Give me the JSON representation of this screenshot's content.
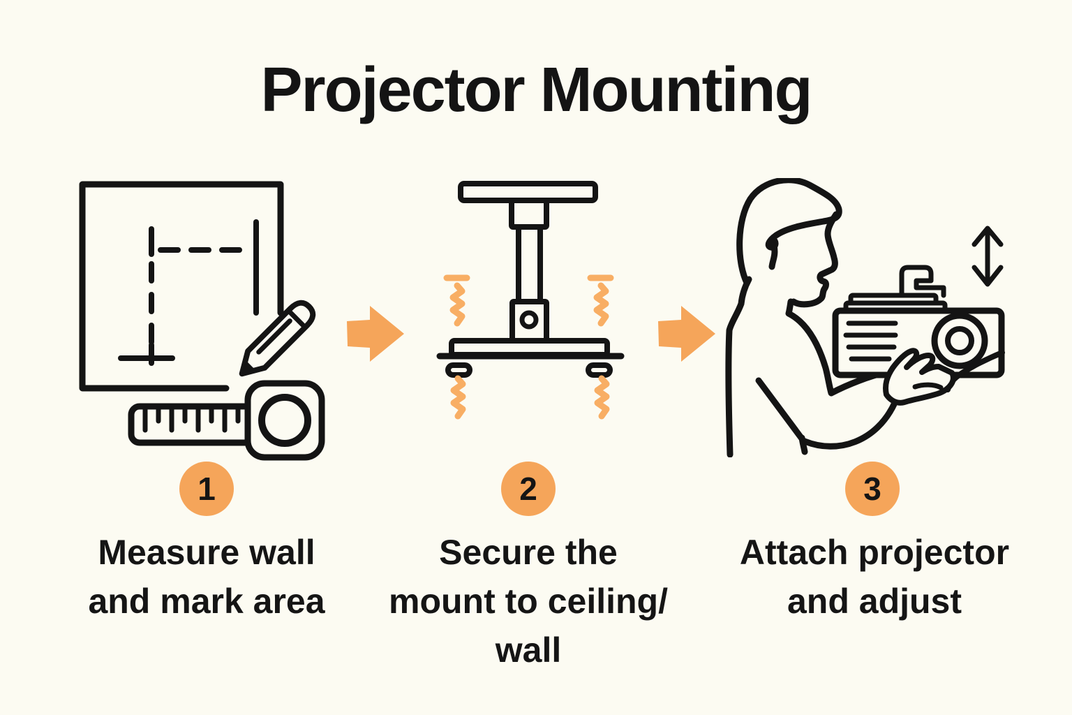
{
  "title": "Projector Mounting",
  "colors": {
    "background": "#FCFBF2",
    "ink": "#141414",
    "accent_orange": "#F5A55A",
    "screw_orange": "#F8AE64"
  },
  "steps": [
    {
      "number": "1",
      "icon": "measure-wall-icon",
      "label_lines": [
        "Measure wall",
        "and mark area"
      ]
    },
    {
      "number": "2",
      "icon": "ceiling-mount-icon",
      "label_lines": [
        "Secure the",
        "mount to ceiling/",
        "wall"
      ]
    },
    {
      "number": "3",
      "icon": "attach-projector-icon",
      "label_lines": [
        "Attach projector",
        "and adjust"
      ]
    }
  ],
  "connectors": [
    {
      "icon": "arrow-right-icon"
    },
    {
      "icon": "arrow-right-icon"
    }
  ]
}
